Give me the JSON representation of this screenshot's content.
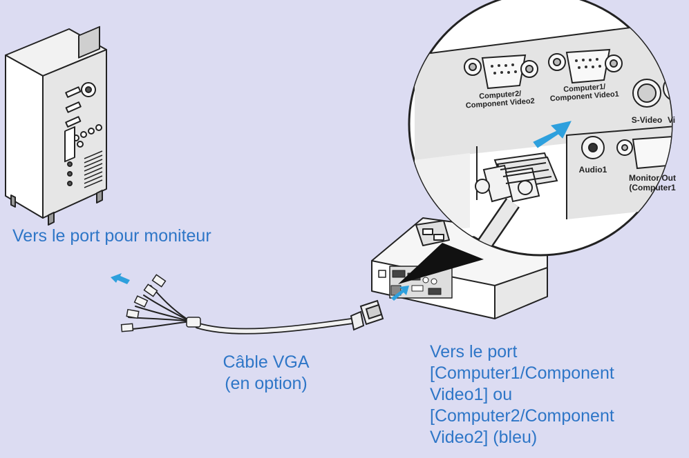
{
  "captions": {
    "monitor_port": "Vers le port pour moniteur",
    "cable_line1": "Câble VGA",
    "cable_line2": "(en option)",
    "dest_line1": "Vers le port",
    "dest_line2": "[Computer1/Component",
    "dest_line3": "Video1] ou",
    "dest_line4": "[Computer2/Component",
    "dest_line5": "Video2] (bleu)"
  },
  "port_labels": {
    "computer2_l1": "Computer2/",
    "computer2_l2": "Component Video2",
    "computer1_l1": "Computer1/",
    "computer1_l2": "Component Video1",
    "svideo": "S-Video",
    "video_partial": "Vi",
    "audio1": "Audio1",
    "monitor_out_l1": "Monitor Out",
    "monitor_out_l2": "(Computer1"
  },
  "colors": {
    "background": "#dcdcf2",
    "caption_text": "#2e76c7",
    "arrow": "#2ea0dd"
  }
}
